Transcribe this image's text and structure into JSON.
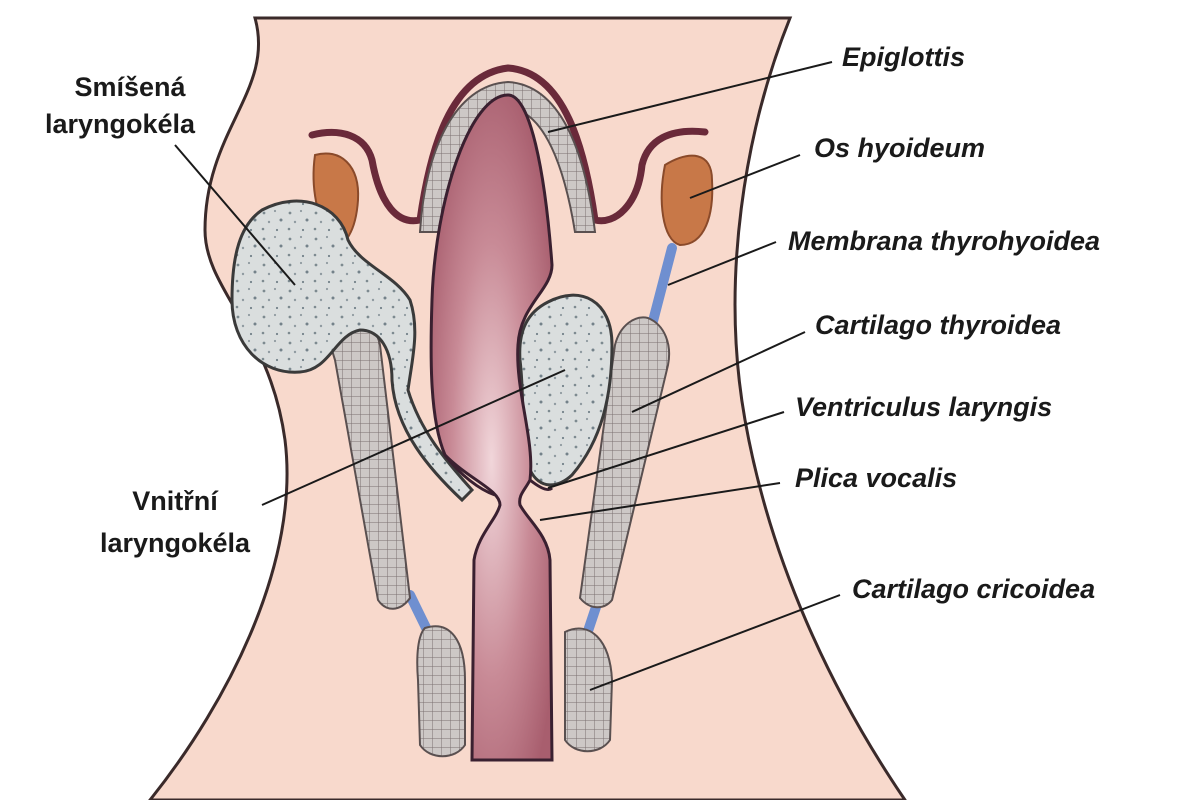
{
  "labels": {
    "epiglottis": "Epiglottis",
    "os_hyoideum": "Os hyoideum",
    "membrana_thyrohyoidea": "Membrana thyrohyoidea",
    "cartilago_thyroidea": "Cartilago thyroidea",
    "ventriculus_laryngis": "Ventriculus laryngis",
    "plica_vocalis": "Plica vocalis",
    "cartilago_cricoidea": "Cartilago cricoidea",
    "smisena_line1": "Smíšená",
    "smisena_line2": "laryngokéla",
    "vnitrni_line1": "Vnitřní",
    "vnitrni_line2": "laryngokéla"
  },
  "colors": {
    "background": "#ffffff",
    "neck_tissue": "#f8d9cc",
    "neck_outline": "#3a2a2a",
    "lumen": "#b46a78",
    "lumen_outline": "#3a2030",
    "cartilage_fill": "#c8c2c0",
    "cartilage_grid": "#7a7070",
    "hyoid": "#c87848",
    "membrane": "#6f8fd0",
    "laryngocele_fill": "#d8dcdc",
    "epiglottis_outline": "#6a2a3a"
  }
}
